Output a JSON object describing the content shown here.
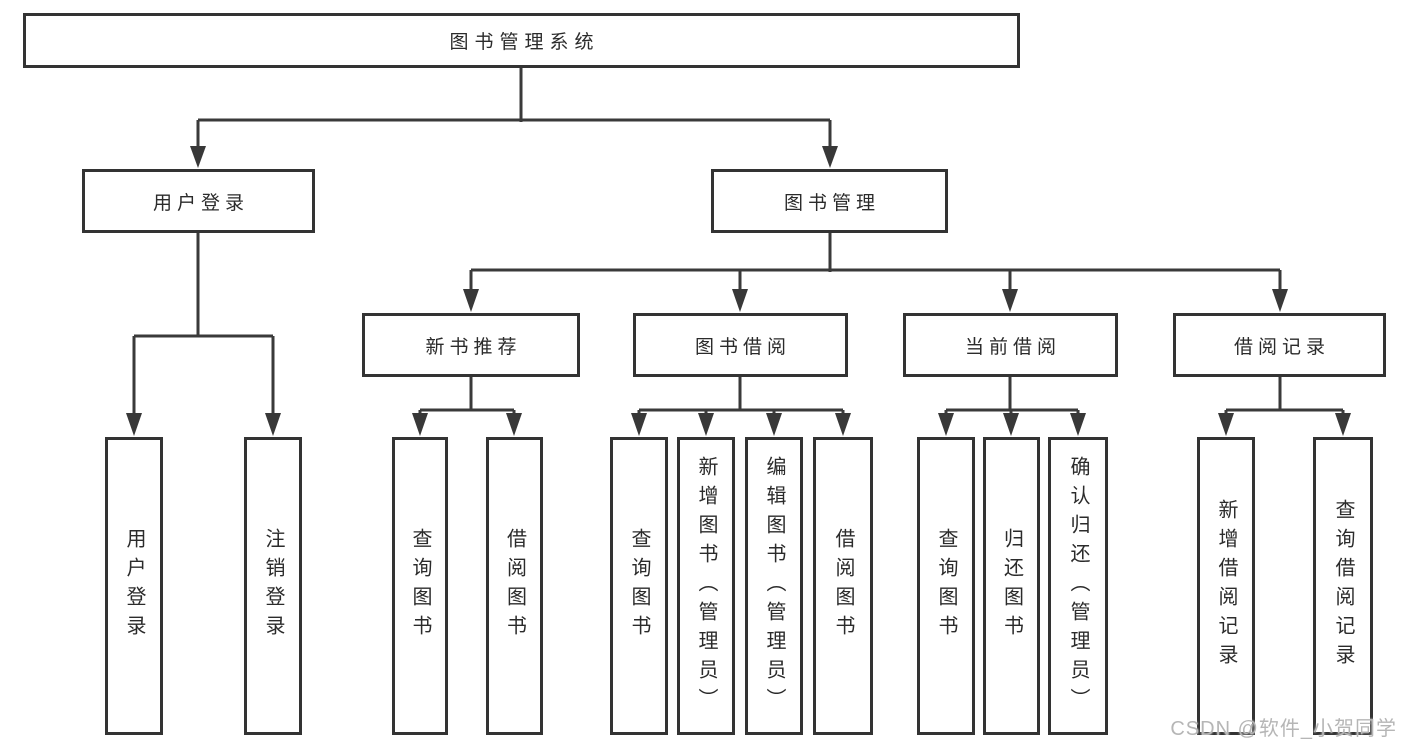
{
  "diagram_title": "图书管理系统",
  "tree": {
    "root": {
      "label": "图书管理系统"
    },
    "children": [
      {
        "label": "用户登录",
        "children": [
          {
            "label": "用户登录"
          },
          {
            "label": "注销登录"
          }
        ]
      },
      {
        "label": "图书管理",
        "children": [
          {
            "label": "新书推荐",
            "children": [
              {
                "label": "查询图书"
              },
              {
                "label": "借阅图书"
              }
            ]
          },
          {
            "label": "图书借阅",
            "children": [
              {
                "label": "查询图书"
              },
              {
                "label": "新增图书（管理员）"
              },
              {
                "label": "编辑图书（管理员）"
              },
              {
                "label": "借阅图书"
              }
            ]
          },
          {
            "label": "当前借阅",
            "children": [
              {
                "label": "查询图书"
              },
              {
                "label": "归还图书"
              },
              {
                "label": "确认归还（管理员）"
              }
            ]
          },
          {
            "label": "借阅记录",
            "children": [
              {
                "label": "新增借阅记录"
              },
              {
                "label": "查询借阅记录"
              }
            ]
          }
        ]
      }
    ]
  },
  "watermark": "CSDN @软件_小贺同学",
  "colors": {
    "line": "#3a3a3a",
    "box_border": "#333333",
    "text": "#2b2b2b",
    "background": "#ffffff",
    "watermark": "#b6b6b6"
  }
}
